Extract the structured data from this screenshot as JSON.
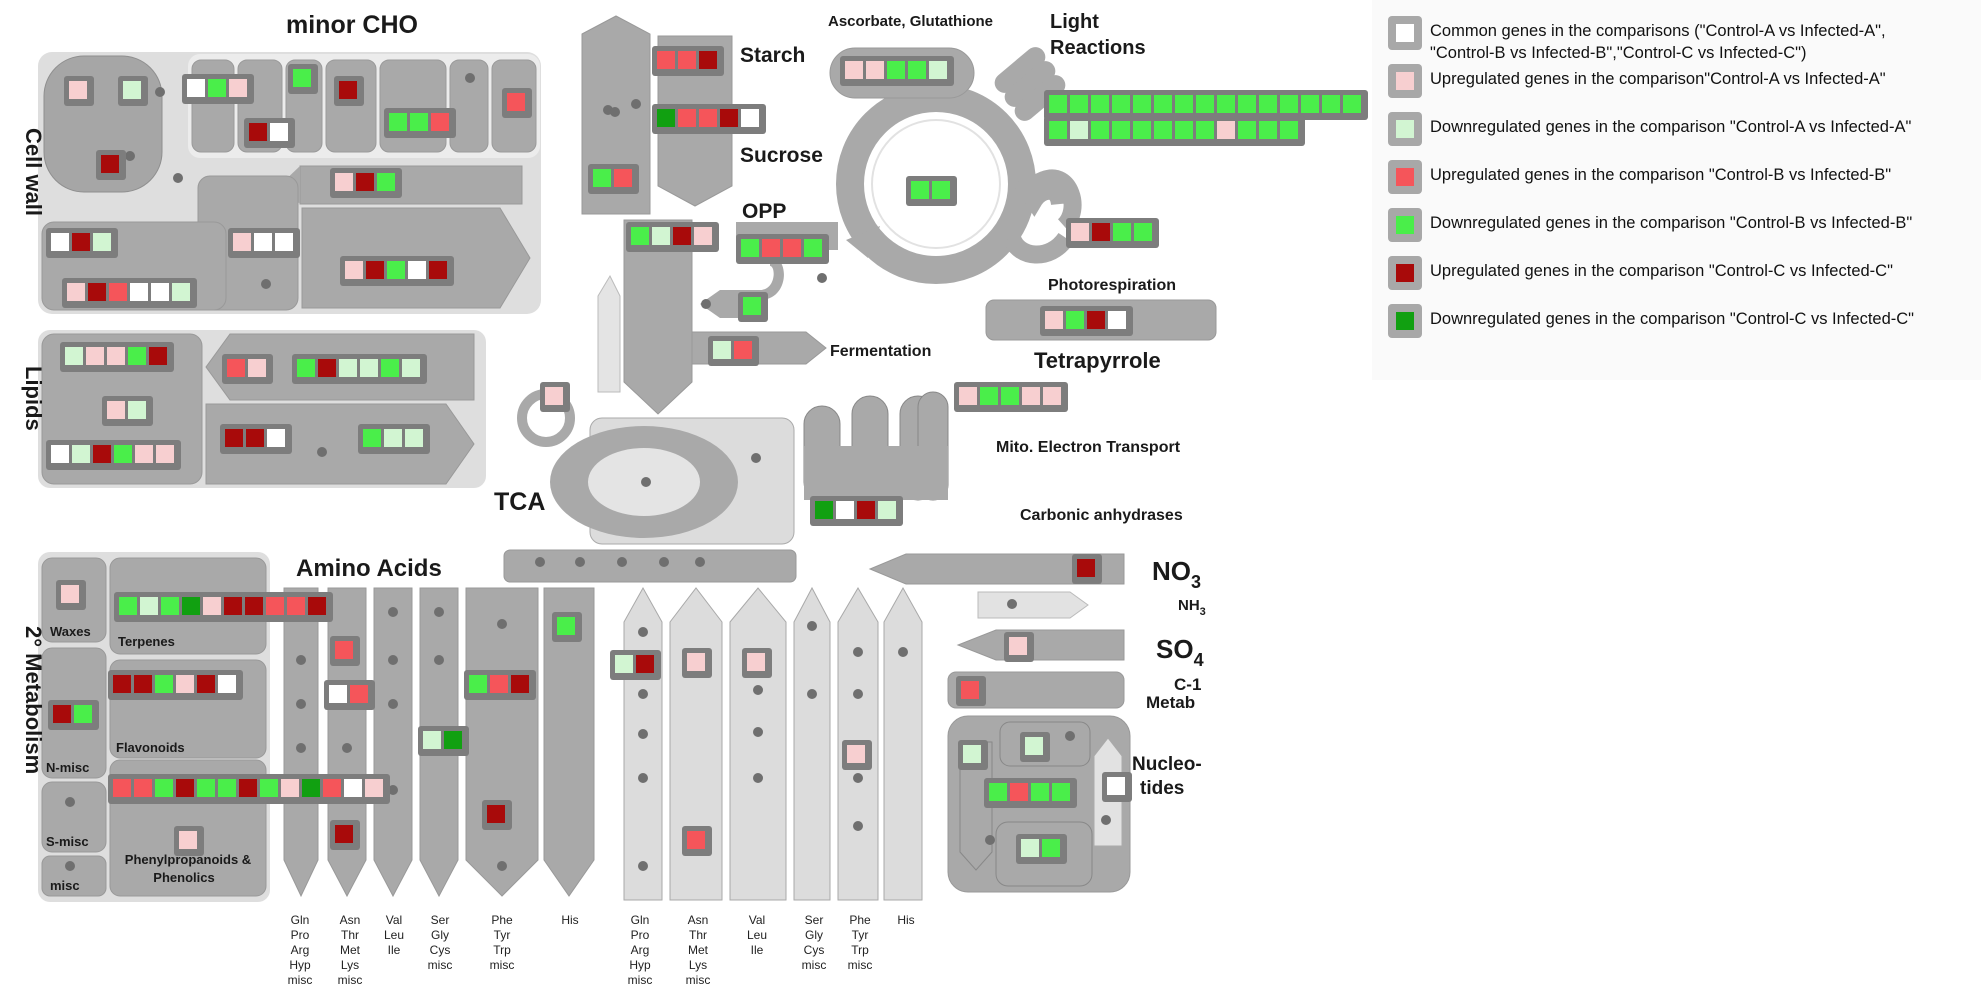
{
  "colors": {
    "common": "#ffffff",
    "up_A": "#f7cfd0",
    "down_A": "#d2f5d2",
    "up_B": "#f5555a",
    "down_B": "#4aee4a",
    "up_C": "#a80a0a",
    "down_C": "#11a011"
  },
  "legend": [
    {
      "code": "W",
      "lines": [
        "Common genes in the comparisons (\"Control-A vs Infected-A\",",
        "\"Control-B vs Infected-B\",\"Control-C vs Infected-C\")"
      ]
    },
    {
      "code": "p",
      "lines": [
        "Upregulated genes in the comparison\"Control-A vs Infected-A\""
      ]
    },
    {
      "code": "g",
      "lines": [
        "Downregulated genes in the comparison \"Control-A vs Infected-A\""
      ]
    },
    {
      "code": "R",
      "lines": [
        "Upregulated genes in the comparison \"Control-B vs Infected-B\""
      ]
    },
    {
      "code": "G",
      "lines": [
        "Downregulated genes in the comparison \"Control-B vs Infected-B\""
      ]
    },
    {
      "code": "D",
      "lines": [
        "Upregulated genes in the comparison \"Control-C vs Infected-C\""
      ]
    },
    {
      "code": "K",
      "lines": [
        "Downregulated genes in the comparison \"Control-C vs Infected-C\""
      ]
    }
  ],
  "labels": {
    "minor_cho": "minor CHO",
    "cell_wall": "Cell wall",
    "lipids": "Lipids",
    "secondary_metabolism": "2° Metabolism",
    "starch": "Starch",
    "sucrose": "Sucrose",
    "opp": "OPP",
    "ascorbate": "Ascorbate, Glutathione",
    "light1": "Light",
    "light2": "Reactions",
    "photorespiration": "Photorespiration",
    "tetrapyrrole": "Tetrapyrrole",
    "fermentation": "Fermentation",
    "tca": "TCA",
    "mito": "Mito. Electron Transport",
    "carbonic": "Carbonic anhydrases",
    "amino_acids": "Amino Acids",
    "no3": "NO",
    "no3_sub": "3",
    "nh3": "NH",
    "nh3_sub": "3",
    "so4": "SO",
    "so4_sub": "4",
    "c1_a": "C-1",
    "c1_b": "Metab",
    "nucleo_a": "Nucleo-",
    "nucleo_b": "tides",
    "waxes": "Waxes",
    "terpenes": "Terpenes",
    "flavonoids": "Flavonoids",
    "n_misc": "N-misc",
    "s_misc": "S-misc",
    "misc": "misc",
    "phenyl_a": "Phenylpropanoids &",
    "phenyl_b": "Phenolics"
  },
  "aa_labels": [
    [
      "Gln",
      "Pro",
      "Arg",
      "Hyp",
      "misc"
    ],
    [
      "Asn",
      "Thr",
      "Met",
      "Lys",
      "misc"
    ],
    [
      "Val",
      "Leu",
      "Ile"
    ],
    [
      "Ser",
      "Gly",
      "Cys",
      "misc"
    ],
    [
      "Phe",
      "Tyr",
      "Trp",
      "misc"
    ],
    [
      "His"
    ],
    [
      "Gln",
      "Pro",
      "Arg",
      "Hyp",
      "misc"
    ],
    [
      "Asn",
      "Thr",
      "Met",
      "Lys",
      "misc"
    ],
    [
      "Val",
      "Leu",
      "Ile"
    ],
    [
      "Ser",
      "Gly",
      "Cys",
      "misc"
    ],
    [
      "Phe",
      "Tyr",
      "Trp",
      "misc"
    ],
    [
      "His"
    ]
  ],
  "gene_groups": [
    {
      "id": "cw-1",
      "cells": "p"
    },
    {
      "id": "cw-2",
      "cells": "g"
    },
    {
      "id": "cw-3",
      "cells": "D"
    },
    {
      "id": "cho-1",
      "cells": "WGp"
    },
    {
      "id": "cho-2",
      "cells": "G"
    },
    {
      "id": "cho-3",
      "cells": "D"
    },
    {
      "id": "cho-4",
      "cells": "DW"
    },
    {
      "id": "cho-5",
      "cells": "GGR"
    },
    {
      "id": "cho-6",
      "cells": "R"
    },
    {
      "id": "cw-4",
      "cells": "pDG"
    },
    {
      "id": "cw-5",
      "cells": "WDg"
    },
    {
      "id": "cw-6",
      "cells": "pWW"
    },
    {
      "id": "cw-7",
      "cells": "pDGWD"
    },
    {
      "id": "cw-8",
      "cells": "pDRWWg"
    },
    {
      "id": "lip-1",
      "cells": "gppGD"
    },
    {
      "id": "lip-2",
      "cells": "Rp"
    },
    {
      "id": "lip-3",
      "cells": "GDggGg"
    },
    {
      "id": "lip-4",
      "cells": "pg"
    },
    {
      "id": "lip-5",
      "cells": "DDW"
    },
    {
      "id": "lip-6",
      "cells": "Ggg"
    },
    {
      "id": "lip-7",
      "cells": "WgDGpp"
    },
    {
      "id": "starch-1",
      "cells": "RRD"
    },
    {
      "id": "sucrose-1",
      "cells": "KRRDW"
    },
    {
      "id": "sucrose-2",
      "cells": "GR"
    },
    {
      "id": "asc-1",
      "cells": "ppGGg"
    },
    {
      "id": "light-1",
      "cells": "GGGGGGGGGGGGGGG"
    },
    {
      "id": "light-2",
      "cells": "GgGGGGGGpGGG"
    },
    {
      "id": "cycle-1",
      "cells": "GG"
    },
    {
      "id": "opp-1",
      "cells": "GgDp"
    },
    {
      "id": "opp-2",
      "cells": "GRRG"
    },
    {
      "id": "photo-1",
      "cells": "pDGG"
    },
    {
      "id": "opp-3",
      "cells": "G"
    },
    {
      "id": "ferm-1",
      "cells": "gR"
    },
    {
      "id": "photo-2",
      "cells": "pGDW"
    },
    {
      "id": "tetra-1",
      "cells": "pGGpp"
    },
    {
      "id": "tca-1",
      "cells": "p"
    },
    {
      "id": "mito-1",
      "cells": "KWDg"
    },
    {
      "id": "no3-1",
      "cells": "D"
    },
    {
      "id": "so4-1",
      "cells": "p"
    },
    {
      "id": "c1-1",
      "cells": "R"
    },
    {
      "id": "waxes-1",
      "cells": "p"
    },
    {
      "id": "terp-1",
      "cells": "GgGKpDDRRD"
    },
    {
      "id": "flav-1",
      "cells": "DDGpDW"
    },
    {
      "id": "nmisc-1",
      "cells": "DG"
    },
    {
      "id": "phenyl-1",
      "cells": "RRGDGGDGpKRWp"
    },
    {
      "id": "phenyl-2",
      "cells": "p"
    },
    {
      "id": "aa-1",
      "cells": "R"
    },
    {
      "id": "aa-2",
      "cells": "WR"
    },
    {
      "id": "aa-3",
      "cells": "D"
    },
    {
      "id": "aa-4",
      "cells": "gK"
    },
    {
      "id": "aa-5",
      "cells": "GRD"
    },
    {
      "id": "aa-6",
      "cells": "D"
    },
    {
      "id": "aa-7",
      "cells": "G"
    },
    {
      "id": "aa-8",
      "cells": "gD"
    },
    {
      "id": "aa-9",
      "cells": "p"
    },
    {
      "id": "aa-10",
      "cells": "p"
    },
    {
      "id": "aa-11",
      "cells": "R"
    },
    {
      "id": "aa-12",
      "cells": "p"
    },
    {
      "id": "nuc-1",
      "cells": "g"
    },
    {
      "id": "nuc-2",
      "cells": "g"
    },
    {
      "id": "nuc-3",
      "cells": "GRGG"
    },
    {
      "id": "nuc-4",
      "cells": "gG"
    },
    {
      "id": "nuc-5",
      "cells": "W"
    }
  ]
}
